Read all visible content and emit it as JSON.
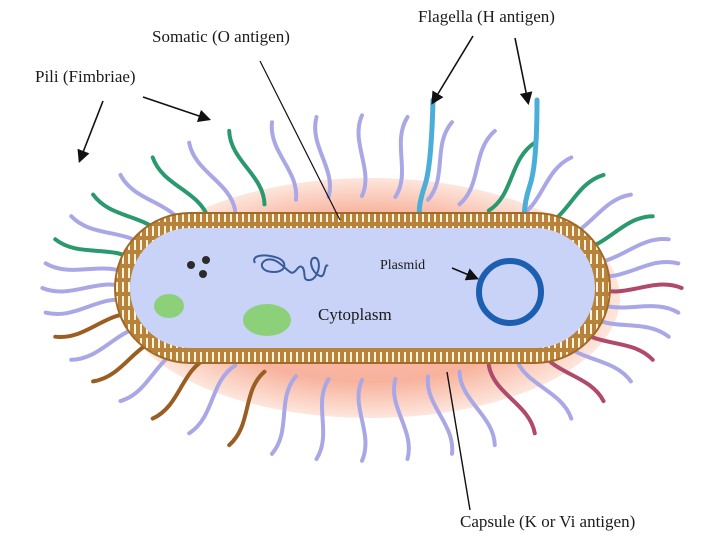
{
  "diagram": {
    "title": "Bacterial cell structure and antigens",
    "labels": {
      "somatic": "Somatic (O antigen)",
      "flagella": "Flagella (H antigen)",
      "pili": "Pili (Fimbriae)",
      "plasmid": "Plasmid",
      "cytoplasm": "Cytoplasm",
      "capsule": "Capsule (K or Vi antigen)"
    },
    "colors": {
      "capsule_halo": "#f6a58c",
      "cytoplasm": "#c9d3f7",
      "membrane": "#b8823a",
      "membrane_stripe": "#fff4dc",
      "pili_lavender": "#a9a7e6",
      "pili_green": "#2a9a6e",
      "pili_brown": "#9a5e22",
      "pili_maroon": "#b04a6a",
      "flagella": "#4aaed8",
      "flagella_base": "#3fa87a",
      "plasmid": "#1c5fb0",
      "granule": "#8dd07a",
      "ribosome": "#2b2b2b",
      "dna": "#3a5a9a",
      "arrow": "#111111"
    }
  }
}
